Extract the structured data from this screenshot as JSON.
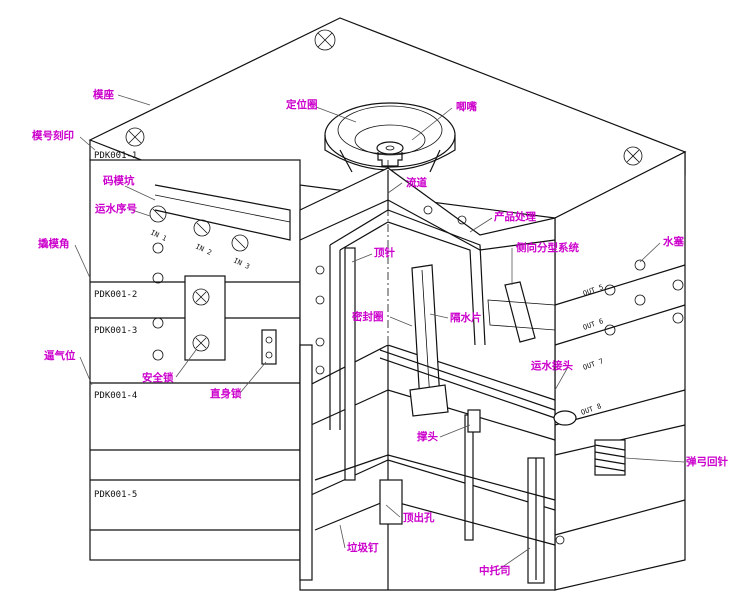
{
  "colors": {
    "label": "#cc00cc",
    "line": "#111111"
  },
  "plates": [
    "PDK001-1",
    "PDK001-2",
    "PDK001-3",
    "PDK001-4",
    "PDK001-5"
  ],
  "water_marks_front": [
    "IN 1",
    "IN 2",
    "IN 3"
  ],
  "water_marks_side": [
    "OUT 5",
    "OUT 6",
    "OUT 7",
    "OUT 8"
  ],
  "labels": {
    "mold_base": "模座",
    "locating_ring": "定位圈",
    "nozzle": "唧嘴",
    "mold_number": "模号刻印",
    "pry_slot": "码模坑",
    "water_number": "运水序号",
    "runner": "流道",
    "product": "产品处理",
    "pry_corner": "撬模角",
    "ejector_pin": "顶针",
    "side_parting": "侧向分型系统",
    "plug": "水塞",
    "seal_ring": "密封圈",
    "baffle": "隔水片",
    "vent": "逼气位",
    "safety_lock": "安全锁",
    "straight_lock": "直身锁",
    "water_connector": "运水接头",
    "support_head": "撑头",
    "spring_return": "弹弓回针",
    "ejector_hole": "顶出孔",
    "puller_pin": "垃圾钉",
    "center_post": "中托司"
  }
}
